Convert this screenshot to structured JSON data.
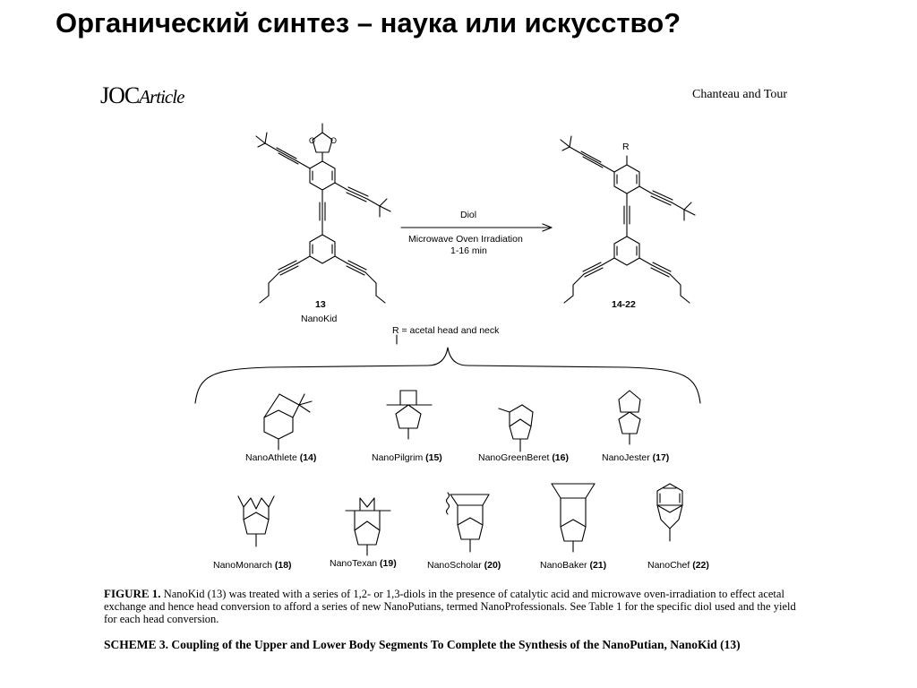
{
  "slide": {
    "title": "Органический синтез – наука или искусство?"
  },
  "header": {
    "journal": "JOC",
    "article_word": "Article",
    "authors": "Chanteau and Tour"
  },
  "scheme": {
    "reagent": "Diol",
    "conditions_line1": "Microwave Oven Irradiation",
    "conditions_line2": "1-16 min",
    "start_number": "13",
    "start_name": "NanoKid",
    "product_number": "14-22",
    "r_symbol": "R",
    "r_note": "R = acetal head and neck"
  },
  "heads": [
    {
      "name": "NanoAthlete",
      "num": "(14)"
    },
    {
      "name": "NanoPilgrim",
      "num": "(15)"
    },
    {
      "name": "NanoGreenBeret",
      "num": "(16)"
    },
    {
      "name": "NanoJester",
      "num": "(17)"
    },
    {
      "name": "NanoMonarch",
      "num": "(18)"
    },
    {
      "name": "NanoTexan",
      "num": "(19)"
    },
    {
      "name": "NanoScholar",
      "num": "(20)"
    },
    {
      "name": "NanoBaker",
      "num": "(21)"
    },
    {
      "name": "NanoChef",
      "num": "(22)"
    }
  ],
  "caption": {
    "label": "FIGURE 1.",
    "text": "NanoKid (13) was treated with a series of 1,2- or 1,3-diols in the presence of catalytic acid and microwave oven-irradiation to effect acetal exchange and hence head conversion to afford a series of new NanoPutians, termed NanoProfessionals. See Table 1 for the specific diol used and the yield for each head conversion."
  },
  "scheme_title": "SCHEME 3.    Coupling of the Upper and Lower Body Segments To Complete the Synthesis of the NanoPutian, NanoKid (13)"
}
